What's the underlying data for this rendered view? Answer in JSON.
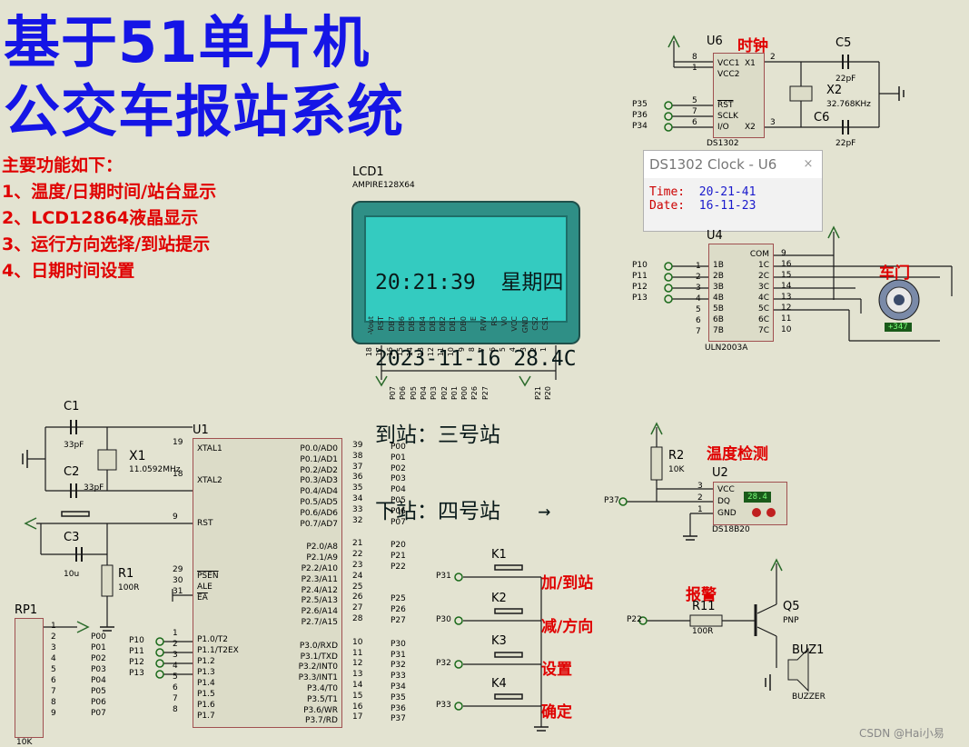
{
  "title": {
    "line1": "基于51单片机",
    "line2": "公交车报站系统"
  },
  "features": {
    "heading": "主要功能如下：",
    "items": [
      "1、温度/日期时间/站台显示",
      "2、LCD12864液晶显示",
      "3、运行方向选择/到站提示",
      "4、日期时间设置"
    ]
  },
  "lcd": {
    "ref": "LCD1",
    "model": "AMPIRE128X64",
    "lines": [
      "20:21:39  星期四",
      "2023-11-16 28.4C",
      "到站：三号站",
      "下站：四号站   →"
    ],
    "pins": [
      "-Vout",
      "RST",
      "DB7",
      "DB6",
      "DB5",
      "DB4",
      "DB3",
      "DB2",
      "DB1",
      "DB0",
      "E",
      "R/W",
      "RS",
      "V0",
      "VCC",
      "GND",
      "CS2",
      "CS1"
    ],
    "pin_nums": [
      "18",
      "17",
      "16",
      "15",
      "14",
      "13",
      "12",
      "11",
      "10",
      "9",
      "8",
      "7",
      "6",
      "5",
      "4",
      "3",
      "2",
      "1"
    ],
    "net_labels": [
      "P07",
      "P06",
      "P05",
      "P04",
      "P03",
      "P02",
      "P01",
      "P00",
      "P26",
      "P27",
      "P21",
      "P20"
    ]
  },
  "ds1302_popup": {
    "title": "DS1302 Clock - U6",
    "time_label": "Time:",
    "time_value": "20-21-41",
    "date_label": "Date:",
    "date_value": "16-11-23",
    "close": "×"
  },
  "u6": {
    "ref": "U6",
    "name": "DS1302",
    "tag": "时钟",
    "pins_left": [
      "VCC1",
      "VCC2",
      "RST",
      "SCLK",
      "I/O"
    ],
    "pins_right": [
      "X1",
      "X2"
    ],
    "nets": [
      "P35",
      "P36",
      "P34"
    ],
    "pin_nums_left": [
      "8",
      "1",
      "5",
      "7",
      "6"
    ],
    "pin_nums_right": [
      "2",
      "3"
    ]
  },
  "crystal2": {
    "ref": "X2",
    "value": "32.768KHz",
    "c5": "C5",
    "c5v": "22pF",
    "c6": "C6",
    "c6v": "22pF"
  },
  "u4": {
    "ref": "U4",
    "name": "ULN2003A",
    "pins_left": [
      "1B",
      "2B",
      "3B",
      "4B",
      "5B",
      "6B",
      "7B"
    ],
    "pins_right": [
      "COM",
      "1C",
      "2C",
      "3C",
      "4C",
      "5C",
      "6C",
      "7C"
    ],
    "nets": [
      "P10",
      "P11",
      "P12",
      "P13"
    ],
    "nums_left": [
      "1",
      "2",
      "3",
      "4",
      "5",
      "6",
      "7"
    ],
    "nums_right": [
      "9",
      "16",
      "15",
      "14",
      "13",
      "12",
      "11",
      "10"
    ]
  },
  "motor": {
    "tag": "车门",
    "reading": "+347"
  },
  "u1": {
    "ref": "U1",
    "left_pins": [
      "XTAL1",
      "XTAL2",
      "RST",
      "PSEN",
      "ALE",
      "EA",
      "P1.0/T2",
      "P1.1/T2EX",
      "P1.2",
      "P1.3",
      "P1.4",
      "P1.5",
      "P1.6",
      "P1.7"
    ],
    "left_nums": [
      "19",
      "18",
      "9",
      "29",
      "30",
      "31",
      "1",
      "2",
      "3",
      "4",
      "5",
      "6",
      "7",
      "8"
    ],
    "right_pins": [
      "P0.0/AD0",
      "P0.1/AD1",
      "P0.2/AD2",
      "P0.3/AD3",
      "P0.4/AD4",
      "P0.5/AD5",
      "P0.6/AD6",
      "P0.7/AD7",
      "P2.0/A8",
      "P2.1/A9",
      "P2.2/A10",
      "P2.3/A11",
      "P2.4/A12",
      "P2.5/A13",
      "P2.6/A14",
      "P2.7/A15",
      "P3.0/RXD",
      "P3.1/TXD",
      "P3.2/INT0",
      "P3.3/INT1",
      "P3.4/T0",
      "P3.5/T1",
      "P3.6/WR",
      "P3.7/RD"
    ],
    "right_nums": [
      "39",
      "38",
      "37",
      "36",
      "35",
      "34",
      "33",
      "32",
      "21",
      "22",
      "23",
      "24",
      "25",
      "26",
      "27",
      "28",
      "10",
      "11",
      "12",
      "13",
      "14",
      "15",
      "16",
      "17"
    ],
    "right_nets": [
      "P00",
      "P01",
      "P02",
      "P03",
      "P04",
      "P05",
      "P06",
      "P07",
      "P20",
      "P21",
      "P22",
      "",
      "",
      "P25",
      "P26",
      "P27",
      "P30",
      "P31",
      "P32",
      "P33",
      "P34",
      "P35",
      "P36",
      "P37"
    ],
    "p1_nets": [
      "P10",
      "P11",
      "P12",
      "P13"
    ]
  },
  "osc": {
    "c1": "C1",
    "c1v": "33pF",
    "c2": "C2",
    "c2v": "33pF",
    "x1": "X1",
    "x1v": "11.0592MHz"
  },
  "reset": {
    "c3": "C3",
    "c3v": "10u",
    "r1": "R1",
    "r1v": "100R"
  },
  "rp1": {
    "ref": "RP1",
    "value": "10K",
    "nums": [
      "1",
      "2",
      "3",
      "4",
      "5",
      "6",
      "7",
      "8",
      "9"
    ],
    "nets": [
      "P00",
      "P01",
      "P02",
      "P03",
      "P04",
      "P05",
      "P06",
      "P07"
    ]
  },
  "keys": [
    {
      "ref": "K1",
      "net": "P31",
      "tag": "加/到站"
    },
    {
      "ref": "K2",
      "net": "P30",
      "tag": "减/方向"
    },
    {
      "ref": "K3",
      "net": "P32",
      "tag": "设置"
    },
    {
      "ref": "K4",
      "net": "P33",
      "tag": "确定"
    }
  ],
  "temp": {
    "tag": "温度检测",
    "r2": "R2",
    "r2v": "10K",
    "u2": "U2",
    "name": "DS18B20",
    "pins": [
      "VCC",
      "DQ",
      "GND"
    ],
    "nums": [
      "3",
      "2",
      "1"
    ],
    "net": "P37",
    "reading": "28.4"
  },
  "alarm": {
    "tag": "报警",
    "r11": "R11",
    "r11v": "100R",
    "q5": "Q5",
    "q5v": "PNP",
    "buz": "BUZ1",
    "buzv": "BUZZER",
    "net": "P22"
  },
  "watermark": "CSDN @Hai小易"
}
